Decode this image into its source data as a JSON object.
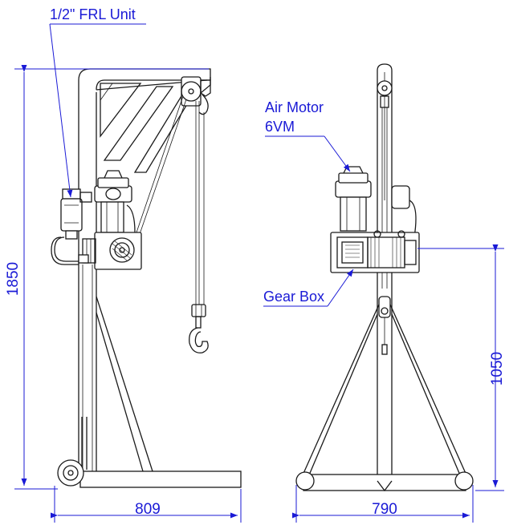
{
  "labels": {
    "frl_unit": "1/2\" FRL Unit",
    "air_motor": "Air Motor",
    "air_motor_model": "6VM",
    "gear_box": "Gear Box"
  },
  "dimensions": {
    "height_total": "1850",
    "height_gearbox": "1050",
    "width_side": "809",
    "width_front": "790"
  },
  "colors": {
    "annotation": "#1a1ad6",
    "drawing": "#1a1a1a"
  }
}
